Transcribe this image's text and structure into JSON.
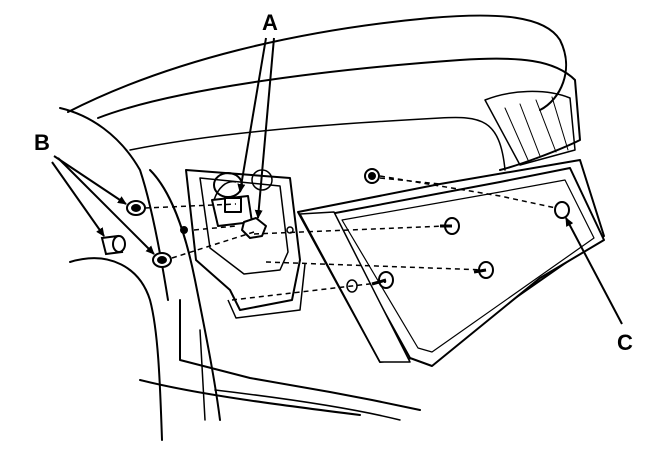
{
  "callouts": {
    "a": "A",
    "b": "B",
    "c": "C"
  },
  "colors": {
    "line": "#000000",
    "background": "#ffffff",
    "shade": "#111111"
  }
}
